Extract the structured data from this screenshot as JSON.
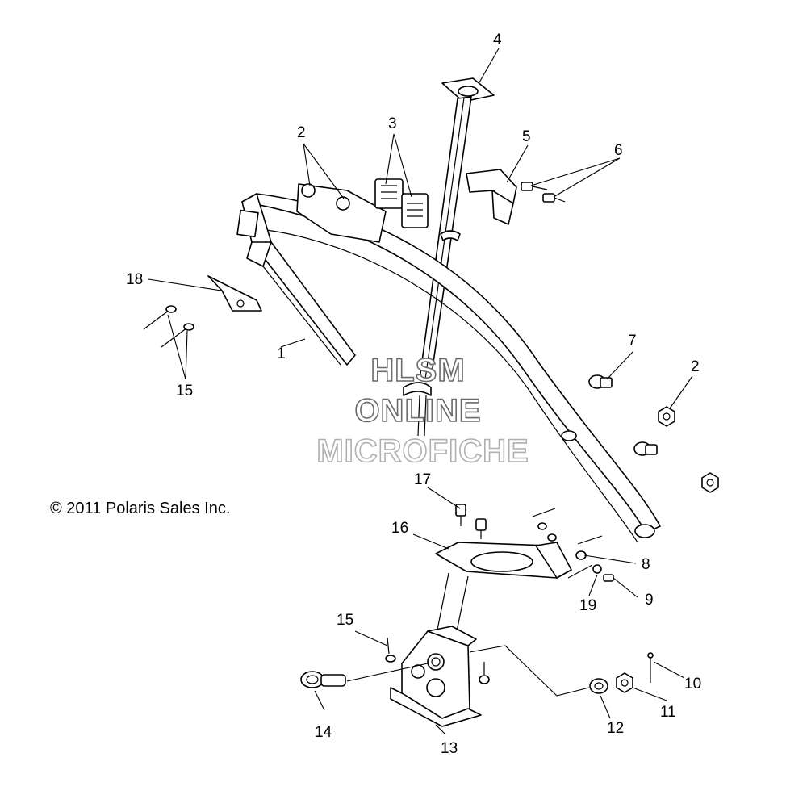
{
  "copyright": "© 2011 Polaris Sales Inc.",
  "watermark": {
    "line1": "HLSM",
    "line2": "ONLINE",
    "line3": "MICROFICHE",
    "color_dark": "#6b6b6b",
    "color_light": "#b0b0b0"
  },
  "callouts": {
    "c1": "1",
    "c2a": "2",
    "c2b": "2",
    "c3": "3",
    "c4": "4",
    "c5": "5",
    "c6": "6",
    "c7": "7",
    "c8": "8",
    "c9": "9",
    "c10": "10",
    "c11": "11",
    "c12": "12",
    "c13": "13",
    "c14": "14",
    "c15a": "15",
    "c15b": "15",
    "c16": "16",
    "c17": "17",
    "c18": "18",
    "c19": "19"
  }
}
